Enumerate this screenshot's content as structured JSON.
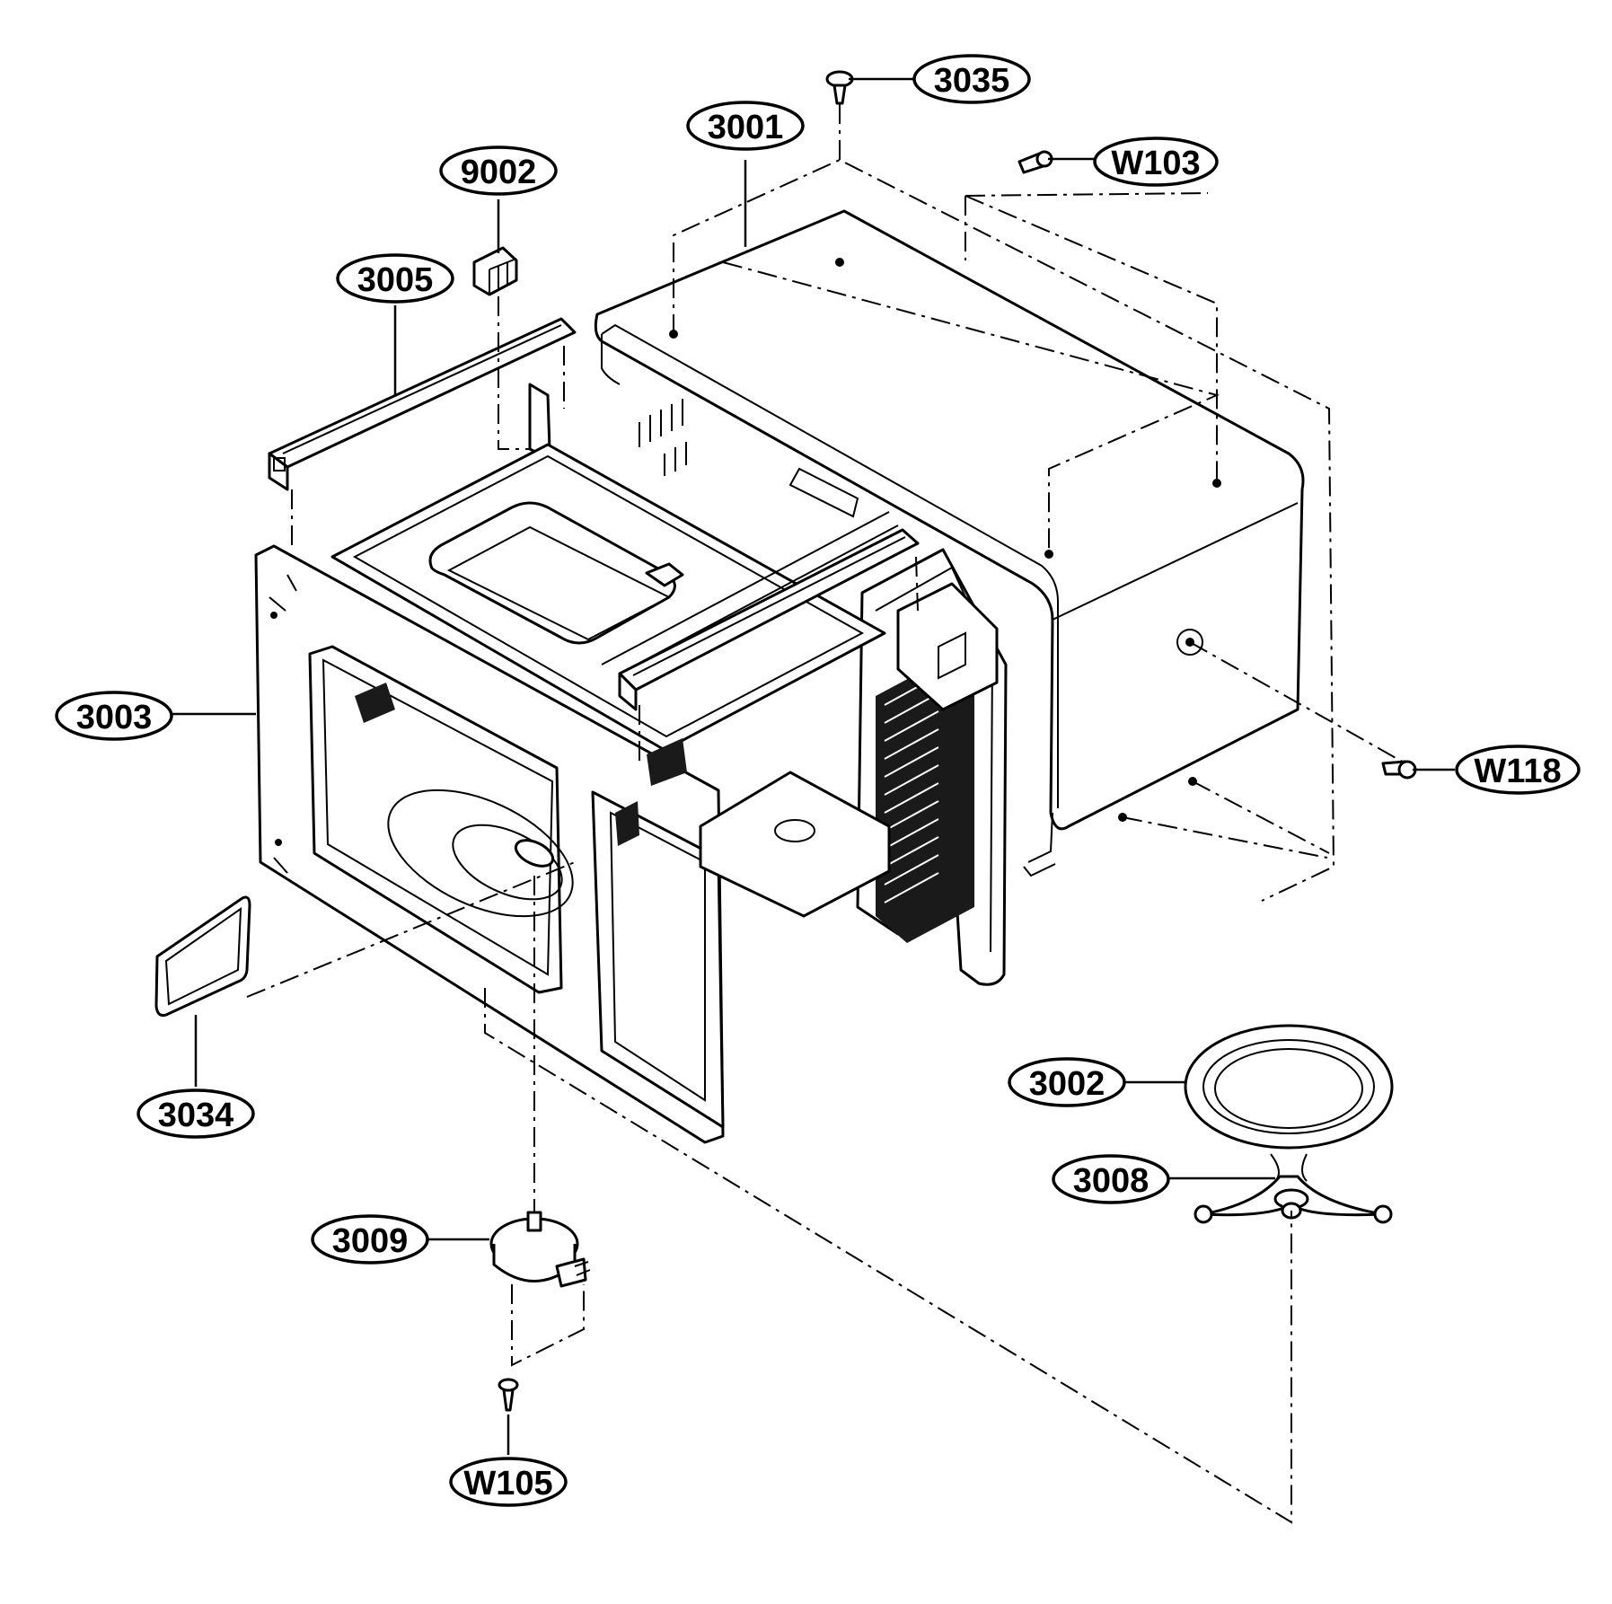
{
  "callouts": [
    {
      "id": "3035",
      "label": "3035"
    },
    {
      "id": "3001",
      "label": "3001"
    },
    {
      "id": "W103",
      "label": "W103"
    },
    {
      "id": "9002",
      "label": "9002"
    },
    {
      "id": "3005",
      "label": "3005"
    },
    {
      "id": "3003",
      "label": "3003"
    },
    {
      "id": "W118",
      "label": "W118"
    },
    {
      "id": "3034",
      "label": "3034"
    },
    {
      "id": "3002",
      "label": "3002"
    },
    {
      "id": "3008",
      "label": "3008"
    },
    {
      "id": "3009",
      "label": "3009"
    },
    {
      "id": "W105",
      "label": "W105"
    }
  ]
}
